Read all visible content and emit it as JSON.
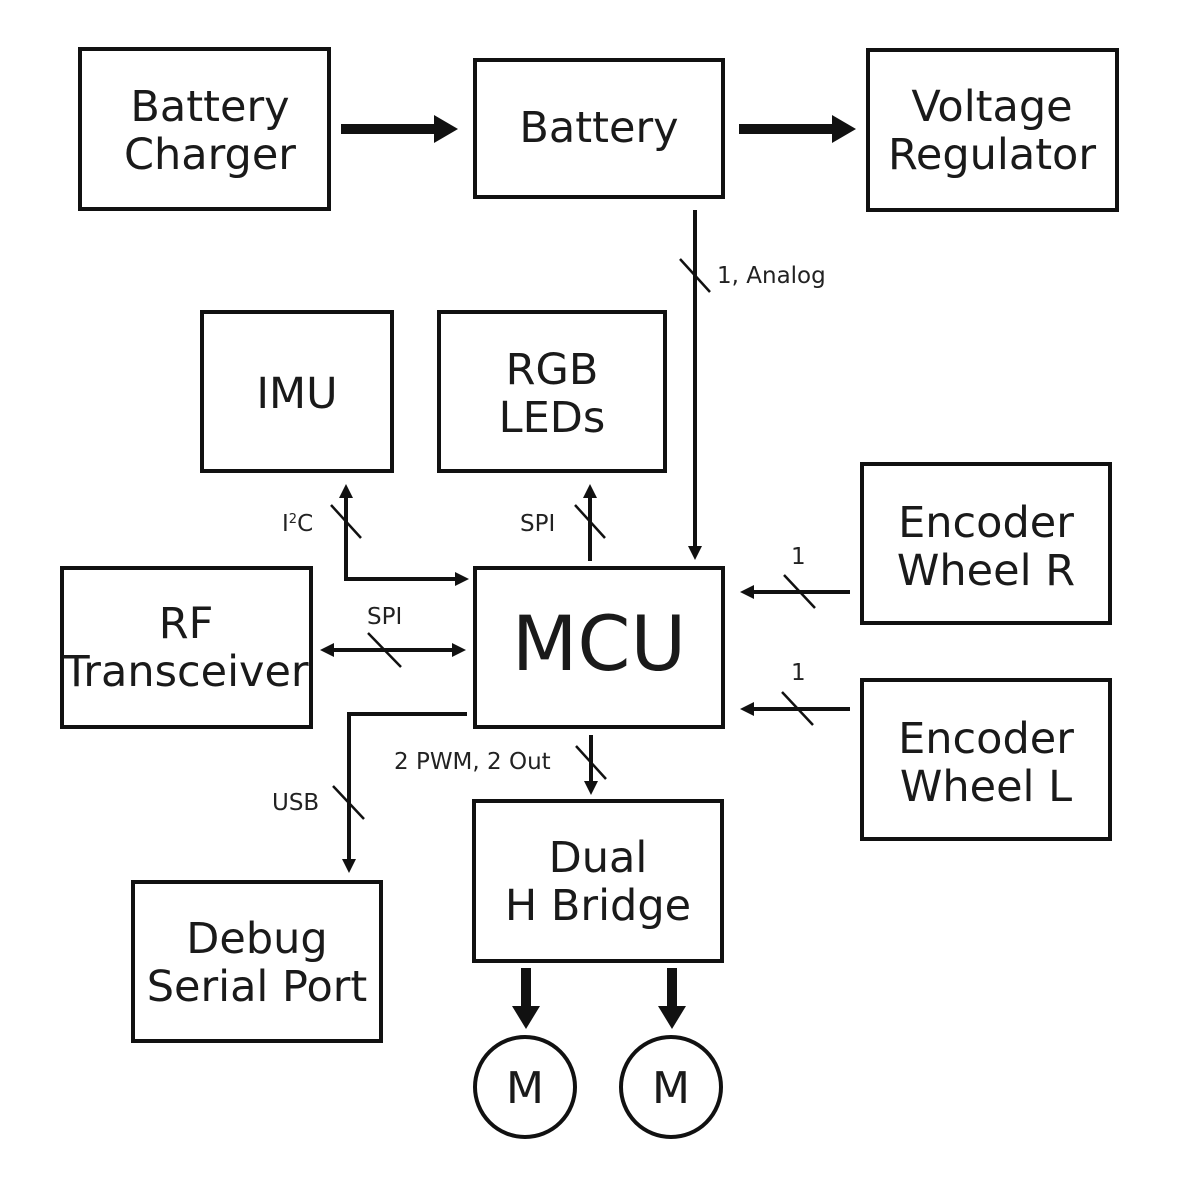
{
  "blocks": {
    "battery_charger": {
      "line1": "Battery",
      "line2": "Charger"
    },
    "battery": {
      "line1": "Battery"
    },
    "voltage_regulator": {
      "line1": "Voltage",
      "line2": "Regulator"
    },
    "imu": {
      "line1": "IMU"
    },
    "rgb_leds": {
      "line1": "RGB",
      "line2": "LEDs"
    },
    "rf_transceiver": {
      "line1": "RF",
      "line2": "Transceiver"
    },
    "mcu": {
      "line1": "MCU"
    },
    "encoder_wheel_r": {
      "line1": "Encoder",
      "line2": "Wheel R"
    },
    "encoder_wheel_l": {
      "line1": "Encoder",
      "line2": "Wheel L"
    },
    "dual_h_bridge": {
      "line1": "Dual",
      "line2": "H Bridge"
    },
    "debug_serial_port": {
      "line1": "Debug",
      "line2": "Serial Port"
    },
    "motor_left": {
      "label": "M"
    },
    "motor_right": {
      "label": "M"
    }
  },
  "connections": {
    "battery_to_mcu": "1, Analog",
    "imu_bus_main": "I",
    "imu_bus_sup": "2",
    "imu_bus_end": "C",
    "rgb_bus": "SPI",
    "rf_bus": "SPI",
    "encoder_r_bus": "1",
    "encoder_l_bus": "1",
    "h_bridge_bus": "2 PWM, 2 Out",
    "debug_bus": "USB"
  },
  "colors": {
    "stroke": "#111111",
    "background": "#ffffff"
  }
}
